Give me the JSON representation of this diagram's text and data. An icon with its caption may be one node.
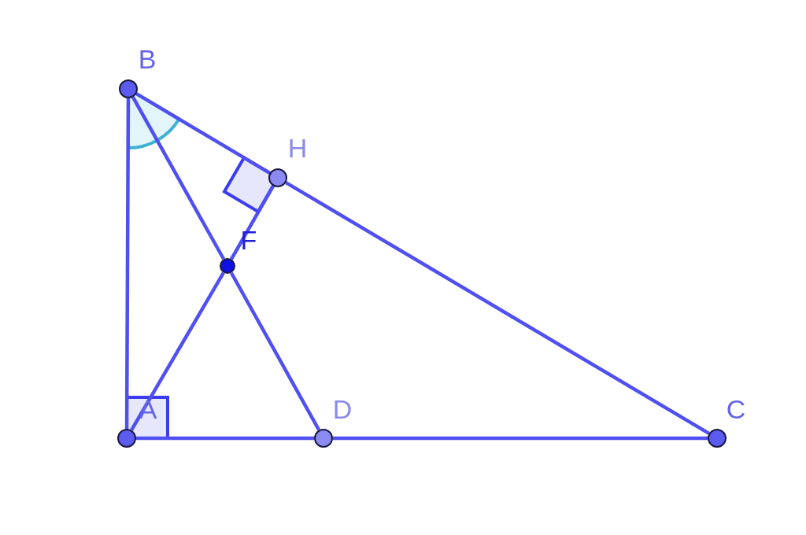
{
  "diagram": {
    "nodes": [
      {
        "text": [
          "B"
        ]
      },
      {
        "text": [
          "H"
        ]
      },
      {
        "text": [
          "F"
        ]
      },
      {
        "text": [
          "A"
        ]
      },
      {
        "text": [
          "D"
        ]
      },
      {
        "text": [
          "C"
        ]
      }
    ],
    "edges": [
      {
        "from": 0,
        "to": 3,
        "arrow": "none"
      },
      {
        "from": 3,
        "to": 4,
        "arrow": "none"
      },
      {
        "from": 4,
        "to": 5,
        "arrow": "none"
      },
      {
        "from": 0,
        "to": 1,
        "arrow": "none"
      },
      {
        "from": 1,
        "to": 5,
        "arrow": "none"
      },
      {
        "from": 0,
        "to": 2,
        "arrow": "none"
      },
      {
        "from": 2,
        "to": 4,
        "arrow": "none"
      },
      {
        "from": 3,
        "to": 2,
        "arrow": "none"
      },
      {
        "from": 2,
        "to": 1,
        "arrow": "none"
      }
    ]
  }
}
